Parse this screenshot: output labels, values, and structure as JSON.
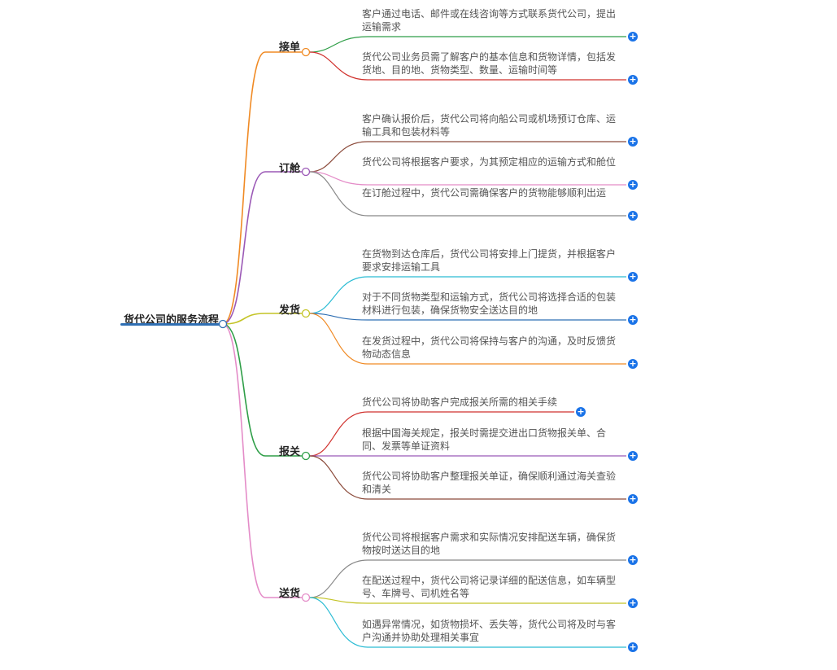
{
  "root": {
    "label": "货代公司的服务流程"
  },
  "branches": [
    {
      "label": "接单",
      "color": "#f08a24",
      "leaves": [
        {
          "text": "客户通过电话、邮件或在线咨询等方式联系货代公司，提出运输需求",
          "color": "#2e9e47"
        },
        {
          "text": "货代公司业务员需了解客户的基本信息和货物详情，包括发货地、目的地、货物类型、数量、运输时间等",
          "color": "#d0312d"
        }
      ]
    },
    {
      "label": "订舱",
      "color": "#9b59b6",
      "leaves": [
        {
          "text": "客户确认报价后，货代公司将向船公司或机场预订仓库、运输工具和包装材料等",
          "color": "#8b4a3a"
        },
        {
          "text": "货代公司将根据客户要求，为其预定相应的运输方式和舱位",
          "color": "#e48cc8"
        },
        {
          "text": "在订舱过程中，货代公司需确保客户的货物能够顺利出运",
          "color": "#888888"
        }
      ]
    },
    {
      "label": "发货",
      "color": "#c4c427",
      "leaves": [
        {
          "text": "在货物到达仓库后，货代公司将安排上门提货，并根据客户要求安排运输工具",
          "color": "#2bbcd4"
        },
        {
          "text": "对于不同货物类型和运输方式，货代公司将选择合适的包装材料进行包装，确保货物安全送达目的地",
          "color": "#2f6fb3"
        },
        {
          "text": "在发货过程中，货代公司将保持与客户的沟通，及时反馈货物动态信息",
          "color": "#f08a24"
        }
      ]
    },
    {
      "label": "报关",
      "color": "#2e9e47",
      "leaves": [
        {
          "text": "货代公司将协助客户完成报关所需的相关手续",
          "color": "#d0312d"
        },
        {
          "text": "根据中国海关规定，报关时需提交进出口货物报关单、合同、发票等单证资料",
          "color": "#9b59b6"
        },
        {
          "text": "货代公司将协助客户整理报关单证，确保顺利通过海关查验和清关",
          "color": "#8b4a3a"
        }
      ]
    },
    {
      "label": "送货",
      "color": "#e48cc8",
      "leaves": [
        {
          "text": "货代公司将根据客户需求和实际情况安排配送车辆，确保货物按时送达目的地",
          "color": "#888888"
        },
        {
          "text": "在配送过程中，货代公司将记录详细的配送信息，如车辆型号、车牌号、司机姓名等",
          "color": "#c4c427"
        },
        {
          "text": "如遇异常情况，如货物损坏、丢失等，货代公司将及时与客户沟通并协助处理相关事宜",
          "color": "#2bbcd4"
        }
      ]
    }
  ]
}
